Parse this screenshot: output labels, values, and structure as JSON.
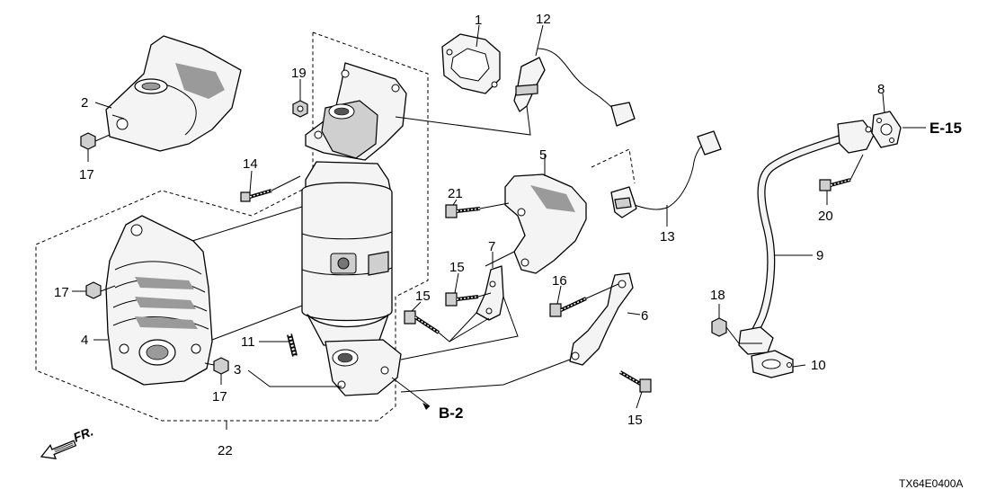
{
  "diagram": {
    "code": "TX64E0400A",
    "front_marker": "FR.",
    "refs": {
      "e15": "E-15",
      "b2": "B-2"
    },
    "callouts": {
      "c1": "1",
      "c2": "2",
      "c3": "3",
      "c4": "4",
      "c5": "5",
      "c6": "6",
      "c7": "7",
      "c8": "8",
      "c9": "9",
      "c10": "10",
      "c11": "11",
      "c12": "12",
      "c13": "13",
      "c14": "14",
      "c15a": "15",
      "c15b": "15",
      "c15c": "15",
      "c16": "16",
      "c17a": "17",
      "c17b": "17",
      "c17c": "17",
      "c18": "18",
      "c19": "19",
      "c20": "20",
      "c21": "21",
      "c22": "22"
    }
  }
}
